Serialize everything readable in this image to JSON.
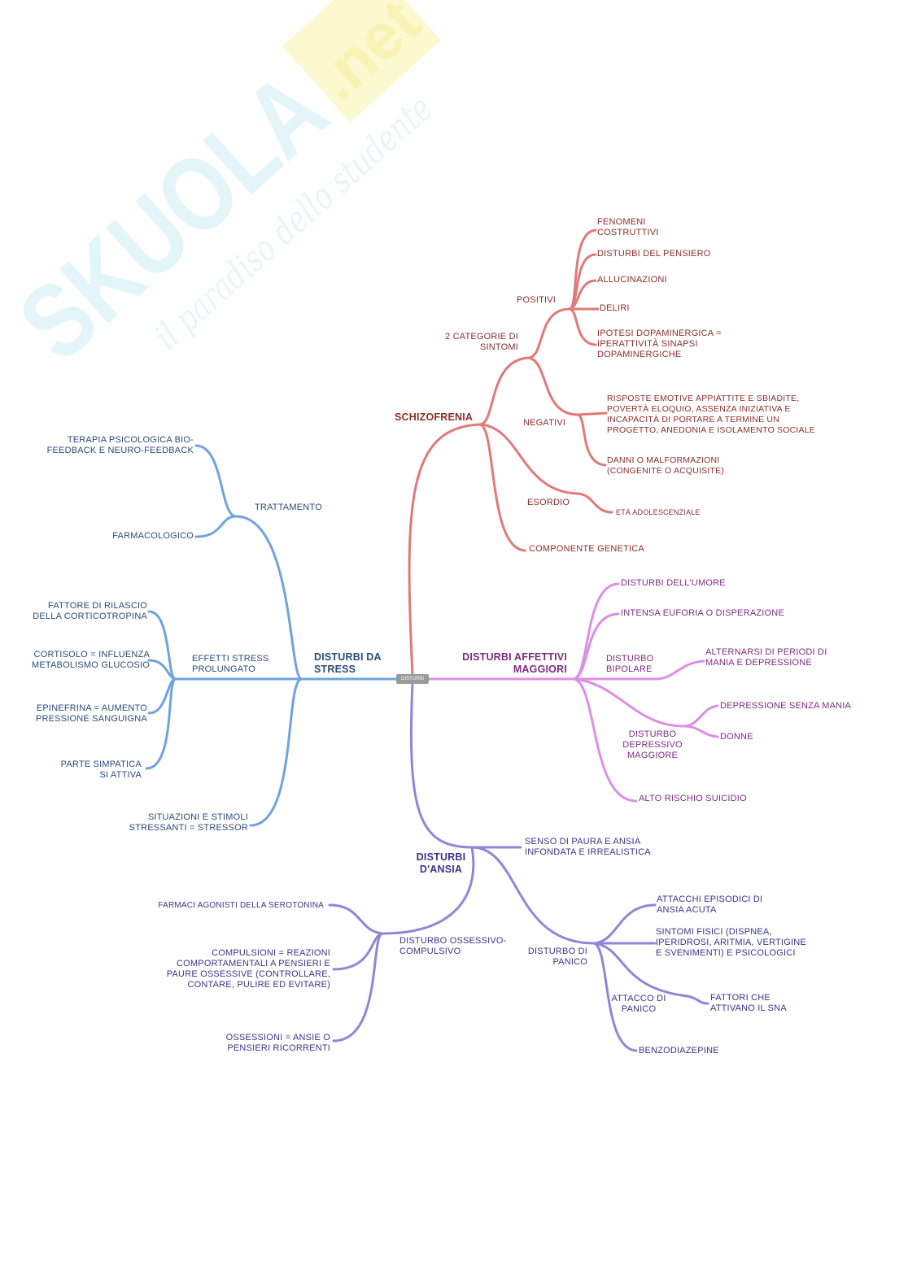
{
  "watermark": {
    "brand": "SKUOLA.net",
    "tagline": "il paradiso dello studente"
  },
  "center": "DISTURBI",
  "colors": {
    "schizo": "#e07a78",
    "affettivi": "#dc8fe4",
    "stress": "#6fa3de",
    "ansia": "#8e86d9"
  },
  "schizofrenia": {
    "title": "SCHIZOFRENIA",
    "categorie": "2 CATEGORIE DI\nSINTOMI",
    "positivi": "POSITIVI",
    "positivi_items": [
      "FENOMENI\nCOSTRUTTIVI",
      "DISTURBI DEL PENSIERO",
      "ALLUCINAZIONI",
      "DELIRI",
      "IPOTESI DOPAMINERGICA =\nIPERATTIVITÀ SINAPSI\nDOPAMINERGICHE"
    ],
    "negativi": "NEGATIVI",
    "negativi_items": [
      "RISPOSTE EMOTIVE APPIATTITE E SBIADITE,\nPOVERTÀ ELOQUIO, ASSENZA INIZIATIVA E\nINCAPACITÀ DI PORTARE A TERMINE UN\nPROGETTO, ANEDONIA E ISOLAMENTO SOCIALE",
      "DANNI O MALFORMAZIONI\n(CONGENITE O ACQUISITE)"
    ],
    "esordio": "ESORDIO",
    "esordio_item": "ETÀ ADOLESCENZIALE",
    "genetica": "COMPONENTE GENETICA"
  },
  "affettivi": {
    "title": "DISTURBI AFFETTIVI\nMAGGIORI",
    "umore": "DISTURBI DELL'UMORE",
    "euforia": "INTENSA EUFORIA O DISPERAZIONE",
    "bipolare": "DISTURBO\nBIPOLARE",
    "bipolare_item": "ALTERNARSI DI PERIODI DI\nMANIA E DEPRESSIONE",
    "depressivo": "DISTURBO\nDEPRESSIVO\nMAGGIORE",
    "depressivo_items": [
      "DEPRESSIONE SENZA MANIA",
      "DONNE"
    ],
    "suicidio": "ALTO RISCHIO SUICIDIO"
  },
  "stress": {
    "title": "DISTURBI DA\nSTRESS",
    "trattamento": "TRATTAMENTO",
    "trattamento_items": [
      "TERAPIA PSICOLOGICA BIO-\nFEEDBACK E NEURO-FEEDBACK",
      "FARMACOLOGICO"
    ],
    "effetti": "EFFETTI STRESS\nPROLUNGATO",
    "effetti_items": [
      "FATTORE DI RILASCIO\nDELLA CORTICOTROPINA",
      "CORTISOLO = INFLUENZA\nMETABOLISMO GLUCOSIO",
      "EPINEFRINA = AUMENTO\nPRESSIONE SANGUIGNA",
      "PARTE SIMPATICA\nSI ATTIVA"
    ],
    "stressor": "SITUAZIONI E STIMOLI\nSTRESSANTI = STRESSOR"
  },
  "ansia": {
    "title": "DISTURBI\nD'ANSIA",
    "senso": "SENSO DI PAURA E ANSIA\nINFONDATA E IRREALISTICA",
    "doc": "DISTURBO OSSESSIVO-\nCOMPULSIVO",
    "doc_items": [
      "FARMACI AGONISTI DELLA SEROTONINA",
      "COMPULSIONI = REAZIONI\nCOMPORTAMENTALI A PENSIERI E\nPAURE OSSESSIVE (CONTROLLARE,\nCONTARE, PULIRE ED EVITARE)",
      "OSSESSIONI = ANSIE O\nPENSIERI RICORRENTI"
    ],
    "panico": "DISTURBO DI\nPANICO",
    "panico_items": [
      "ATTACCHI EPISODICI DI\nANSIA ACUTA",
      "SINTOMI FISICI (DISPNEA,\nIPERIDROSI, ARITMIA, VERTIGINE\nE SVENIMENTI) E PSICOLOGICI",
      "BENZODIAZEPINE"
    ],
    "attacco": "ATTACCO DI\nPANICO",
    "attacco_item": "FATTORI CHE\nATTIVANO IL SNA"
  }
}
